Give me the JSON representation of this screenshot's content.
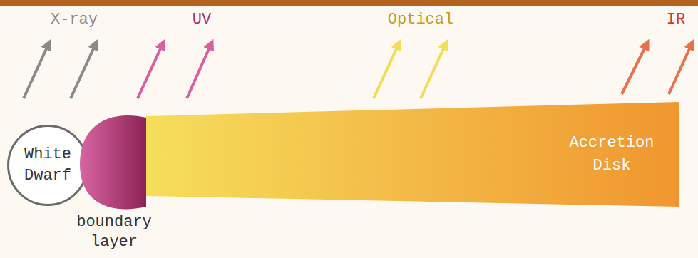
{
  "diagram": {
    "nodes": [
      {
        "text": [
          "White Dwarf"
        ]
      },
      {
        "text": [
          "boundary layer"
        ]
      },
      {
        "text": [
          "Accretion Disk"
        ]
      }
    ],
    "labels": [
      "X-ray",
      "UV",
      "Optical",
      "IR"
    ]
  }
}
